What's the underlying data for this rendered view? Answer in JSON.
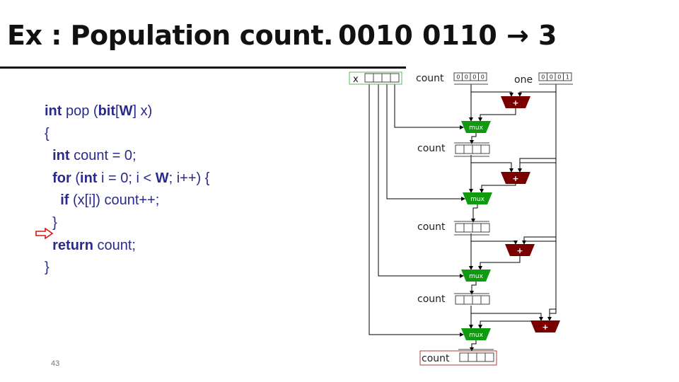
{
  "slide": {
    "title": "Ex : Population count.",
    "example": "0010 0110 → 3",
    "page_number": "43"
  },
  "code": {
    "lines": [
      [
        {
          "t": "int",
          "kw": true
        },
        {
          "t": " pop (",
          "kw": false
        },
        {
          "t": "bit",
          "kw": true
        },
        {
          "t": "[",
          "kw": false
        },
        {
          "t": "W",
          "kw": true
        },
        {
          "t": "] x)",
          "kw": false
        }
      ],
      [
        {
          "t": "{",
          "kw": false
        }
      ],
      [
        {
          "t": "  ",
          "kw": false
        },
        {
          "t": "int",
          "kw": true
        },
        {
          "t": " count = 0;",
          "kw": false
        }
      ],
      [
        {
          "t": "  ",
          "kw": false
        },
        {
          "t": "for",
          "kw": true
        },
        {
          "t": " (",
          "kw": false
        },
        {
          "t": "int",
          "kw": true
        },
        {
          "t": " i = 0; i < ",
          "kw": false
        },
        {
          "t": "W",
          "kw": true
        },
        {
          "t": "; i++) {",
          "kw": false
        }
      ],
      [
        {
          "t": "    ",
          "kw": false
        },
        {
          "t": "if",
          "kw": true
        },
        {
          "t": " (x[i]) count++;",
          "kw": false
        }
      ],
      [
        {
          "t": "  }",
          "kw": false
        }
      ],
      [
        {
          "t": "  ",
          "kw": false
        },
        {
          "t": "return",
          "kw": true
        },
        {
          "t": " count;",
          "kw": false
        }
      ],
      [
        {
          "t": "}",
          "kw": false
        }
      ]
    ],
    "current_line_index": 5,
    "pointer_icon": "red-hollow-arrow"
  },
  "diagram": {
    "colors": {
      "mux": "#0f9a0f",
      "adder": "#7a0000",
      "x_box_border": "#5cb85c",
      "output_box_border": "#b03a3a",
      "wire": "#000000"
    },
    "input_x": {
      "label": "x",
      "bits": [
        "",
        "",
        "",
        ""
      ]
    },
    "initial_count": {
      "label": "count",
      "bits": [
        "0",
        "0",
        "0",
        "0"
      ]
    },
    "one": {
      "label": "one",
      "bits": [
        "0",
        "0",
        "0",
        "1"
      ]
    },
    "stages": [
      {
        "mux_label": "mux",
        "adder_label": "+",
        "count_label": "count"
      },
      {
        "mux_label": "mux",
        "adder_label": "+",
        "count_label": "count"
      },
      {
        "mux_label": "mux",
        "adder_label": "+",
        "count_label": "count"
      },
      {
        "mux_label": "mux",
        "adder_label": "+",
        "count_label": "count"
      }
    ],
    "output": {
      "label": "count",
      "bits": [
        "",
        "",
        "",
        ""
      ]
    }
  }
}
